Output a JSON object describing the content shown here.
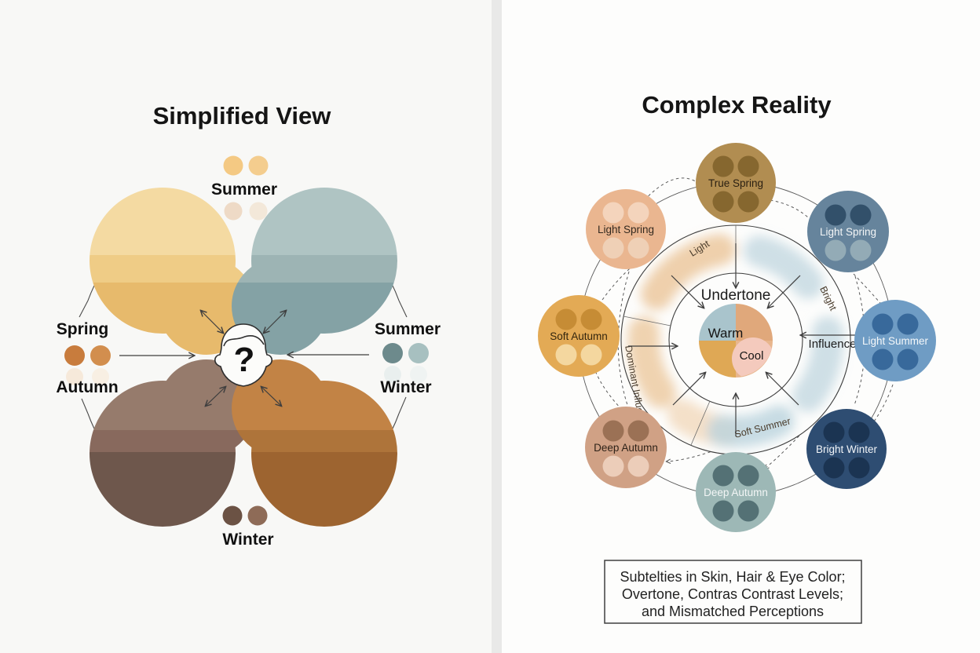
{
  "left_panel": {
    "title": "Simplified View",
    "labels": {
      "top": "Summer",
      "left_upper": "Spring",
      "left_lower": "Autumn",
      "right_upper": "Summer",
      "right_lower": "Winter",
      "bottom": "Winter"
    },
    "question_mark": "?",
    "blobs": [
      {
        "name": "spring",
        "bands": [
          "#f4daa2",
          "#efcc86",
          "#e7ba6c"
        ]
      },
      {
        "name": "summer",
        "bands": [
          "#afc4c3",
          "#9db4b4",
          "#84a2a5"
        ]
      },
      {
        "name": "autumn",
        "bands": [
          "#967b6c",
          "#88695d",
          "#6e574c"
        ]
      },
      {
        "name": "winter",
        "bands": [
          "#c28345",
          "#ae743a",
          "#9d6430"
        ]
      }
    ],
    "dots": {
      "top": [
        "#f4c983",
        "#f4cd8e"
      ],
      "top_faded": [
        "#eedac6",
        "#f3e8d9"
      ],
      "spring": [
        "#c87c3d",
        "#d28e4e"
      ],
      "spring_faded": [
        "#f6e9da",
        "#f8efe3"
      ],
      "summer": [
        "#6d8a8c",
        "#a7c0c0"
      ],
      "summer_faded": [
        "#e9efee",
        "#eff3f2"
      ],
      "bottom": [
        "#6b5244",
        "#8e6b57"
      ]
    }
  },
  "right_panel": {
    "title": "Complex Reality",
    "center": {
      "undertone": "Undertone",
      "warm": "Warm",
      "cool": "Cool",
      "influence": "Influence"
    },
    "ring_labels": {
      "light": "Light",
      "bright": "Bright",
      "dominant": "Dominant Influences",
      "soft_summer": "Soft Summer"
    },
    "pie": {
      "tl": "#a9c4cc",
      "tr": "#e0a87b",
      "bl": "#dfa855",
      "br": "#e8b68d",
      "cool_blob": "#f4cabd"
    },
    "ring_patches": {
      "warm": "#ecc89e",
      "cool": "#bad3dd"
    },
    "nodes": [
      {
        "label": "True Spring",
        "fill": "#b18d51",
        "dot_top": "#86672f",
        "dot_bottom": "#86672f",
        "text": "#2b2012"
      },
      {
        "label": "Light Spring",
        "fill": "#eab690",
        "dot_top": "#f4d4bc",
        "dot_bottom": "#efd0b6",
        "text": "#33291f"
      },
      {
        "label": "Light Spring",
        "fill": "#66849c",
        "dot_top": "#32506a",
        "dot_bottom": "#93abb6",
        "text": "#f4f6f7"
      },
      {
        "label": "Soft Autumn",
        "fill": "#e3aa55",
        "dot_top": "#c68c35",
        "dot_bottom": "#f4d79f",
        "text": "#33250e"
      },
      {
        "label": "Light Summer",
        "fill": "#6f9cc4",
        "dot_top": "#38699b",
        "dot_bottom": "#38699b",
        "text": "#f5f8fa"
      },
      {
        "label": "Deep Autumn",
        "fill": "#d0a185",
        "dot_top": "#9b7155",
        "dot_bottom": "#eccdb9",
        "text": "#2e2218"
      },
      {
        "label": "Bright Winter",
        "fill": "#2e4d72",
        "dot_top": "#1b3452",
        "dot_bottom": "#1b3452",
        "text": "#f2f5f8"
      },
      {
        "label": "Deep Autumn",
        "fill": "#9db8b6",
        "dot_top": "#547175",
        "dot_bottom": "#547175",
        "text": "#f3f6f6"
      }
    ],
    "caption": {
      "line1": "Subtelties in Skin, Hair & Eye Color;",
      "line2": "Overtone, Contras Contrast Levels;",
      "line3": "and Mismatched Perceptions"
    }
  }
}
